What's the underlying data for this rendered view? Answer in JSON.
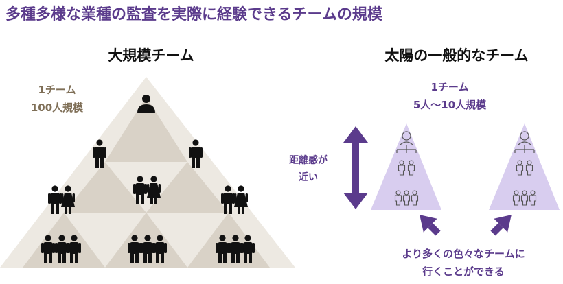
{
  "title": "多種多様な業種の監査を実際に経験できるチームの規模",
  "left": {
    "heading": "大規模チーム",
    "team_line1": "1チーム",
    "team_line2": "100人規模"
  },
  "right": {
    "heading": "太陽の一般的なチーム",
    "team_line1": "1チーム",
    "team_line2": "5人～10人規模",
    "distance_line1": "距離感が",
    "distance_line2": "近い",
    "bottom_line1": "より多くの色々なチームに",
    "bottom_line2": "行くことができる"
  },
  "colors": {
    "accent": "#5b3b8c",
    "triangle_outer": "#ede9e2",
    "triangle_inner": "#d9d2c7",
    "triangle_purple": "#d8cdef",
    "note_brown": "#7f6f57"
  },
  "icons": [
    "person-icon",
    "double-arrow-icon",
    "diagonal-arrow-icon",
    "org-icon"
  ]
}
